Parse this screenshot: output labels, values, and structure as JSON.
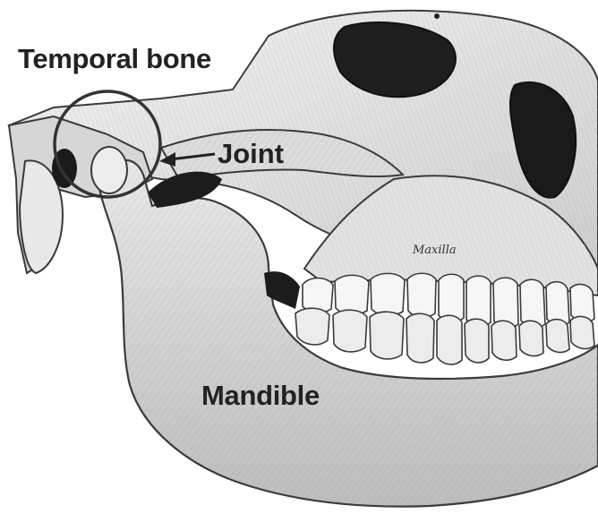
{
  "labels": {
    "temporal_bone": "Temporal bone",
    "joint": "Joint",
    "mandible": "Mandible",
    "maxilla": "Maxilla"
  },
  "colors": {
    "bone_light": "#f2f2f2",
    "bone_mid": "#cfcfcf",
    "bone_shade": "#9a9a9a",
    "outline": "#3a3a3a",
    "dark": "#1a1a1a",
    "circle": "#333333"
  }
}
